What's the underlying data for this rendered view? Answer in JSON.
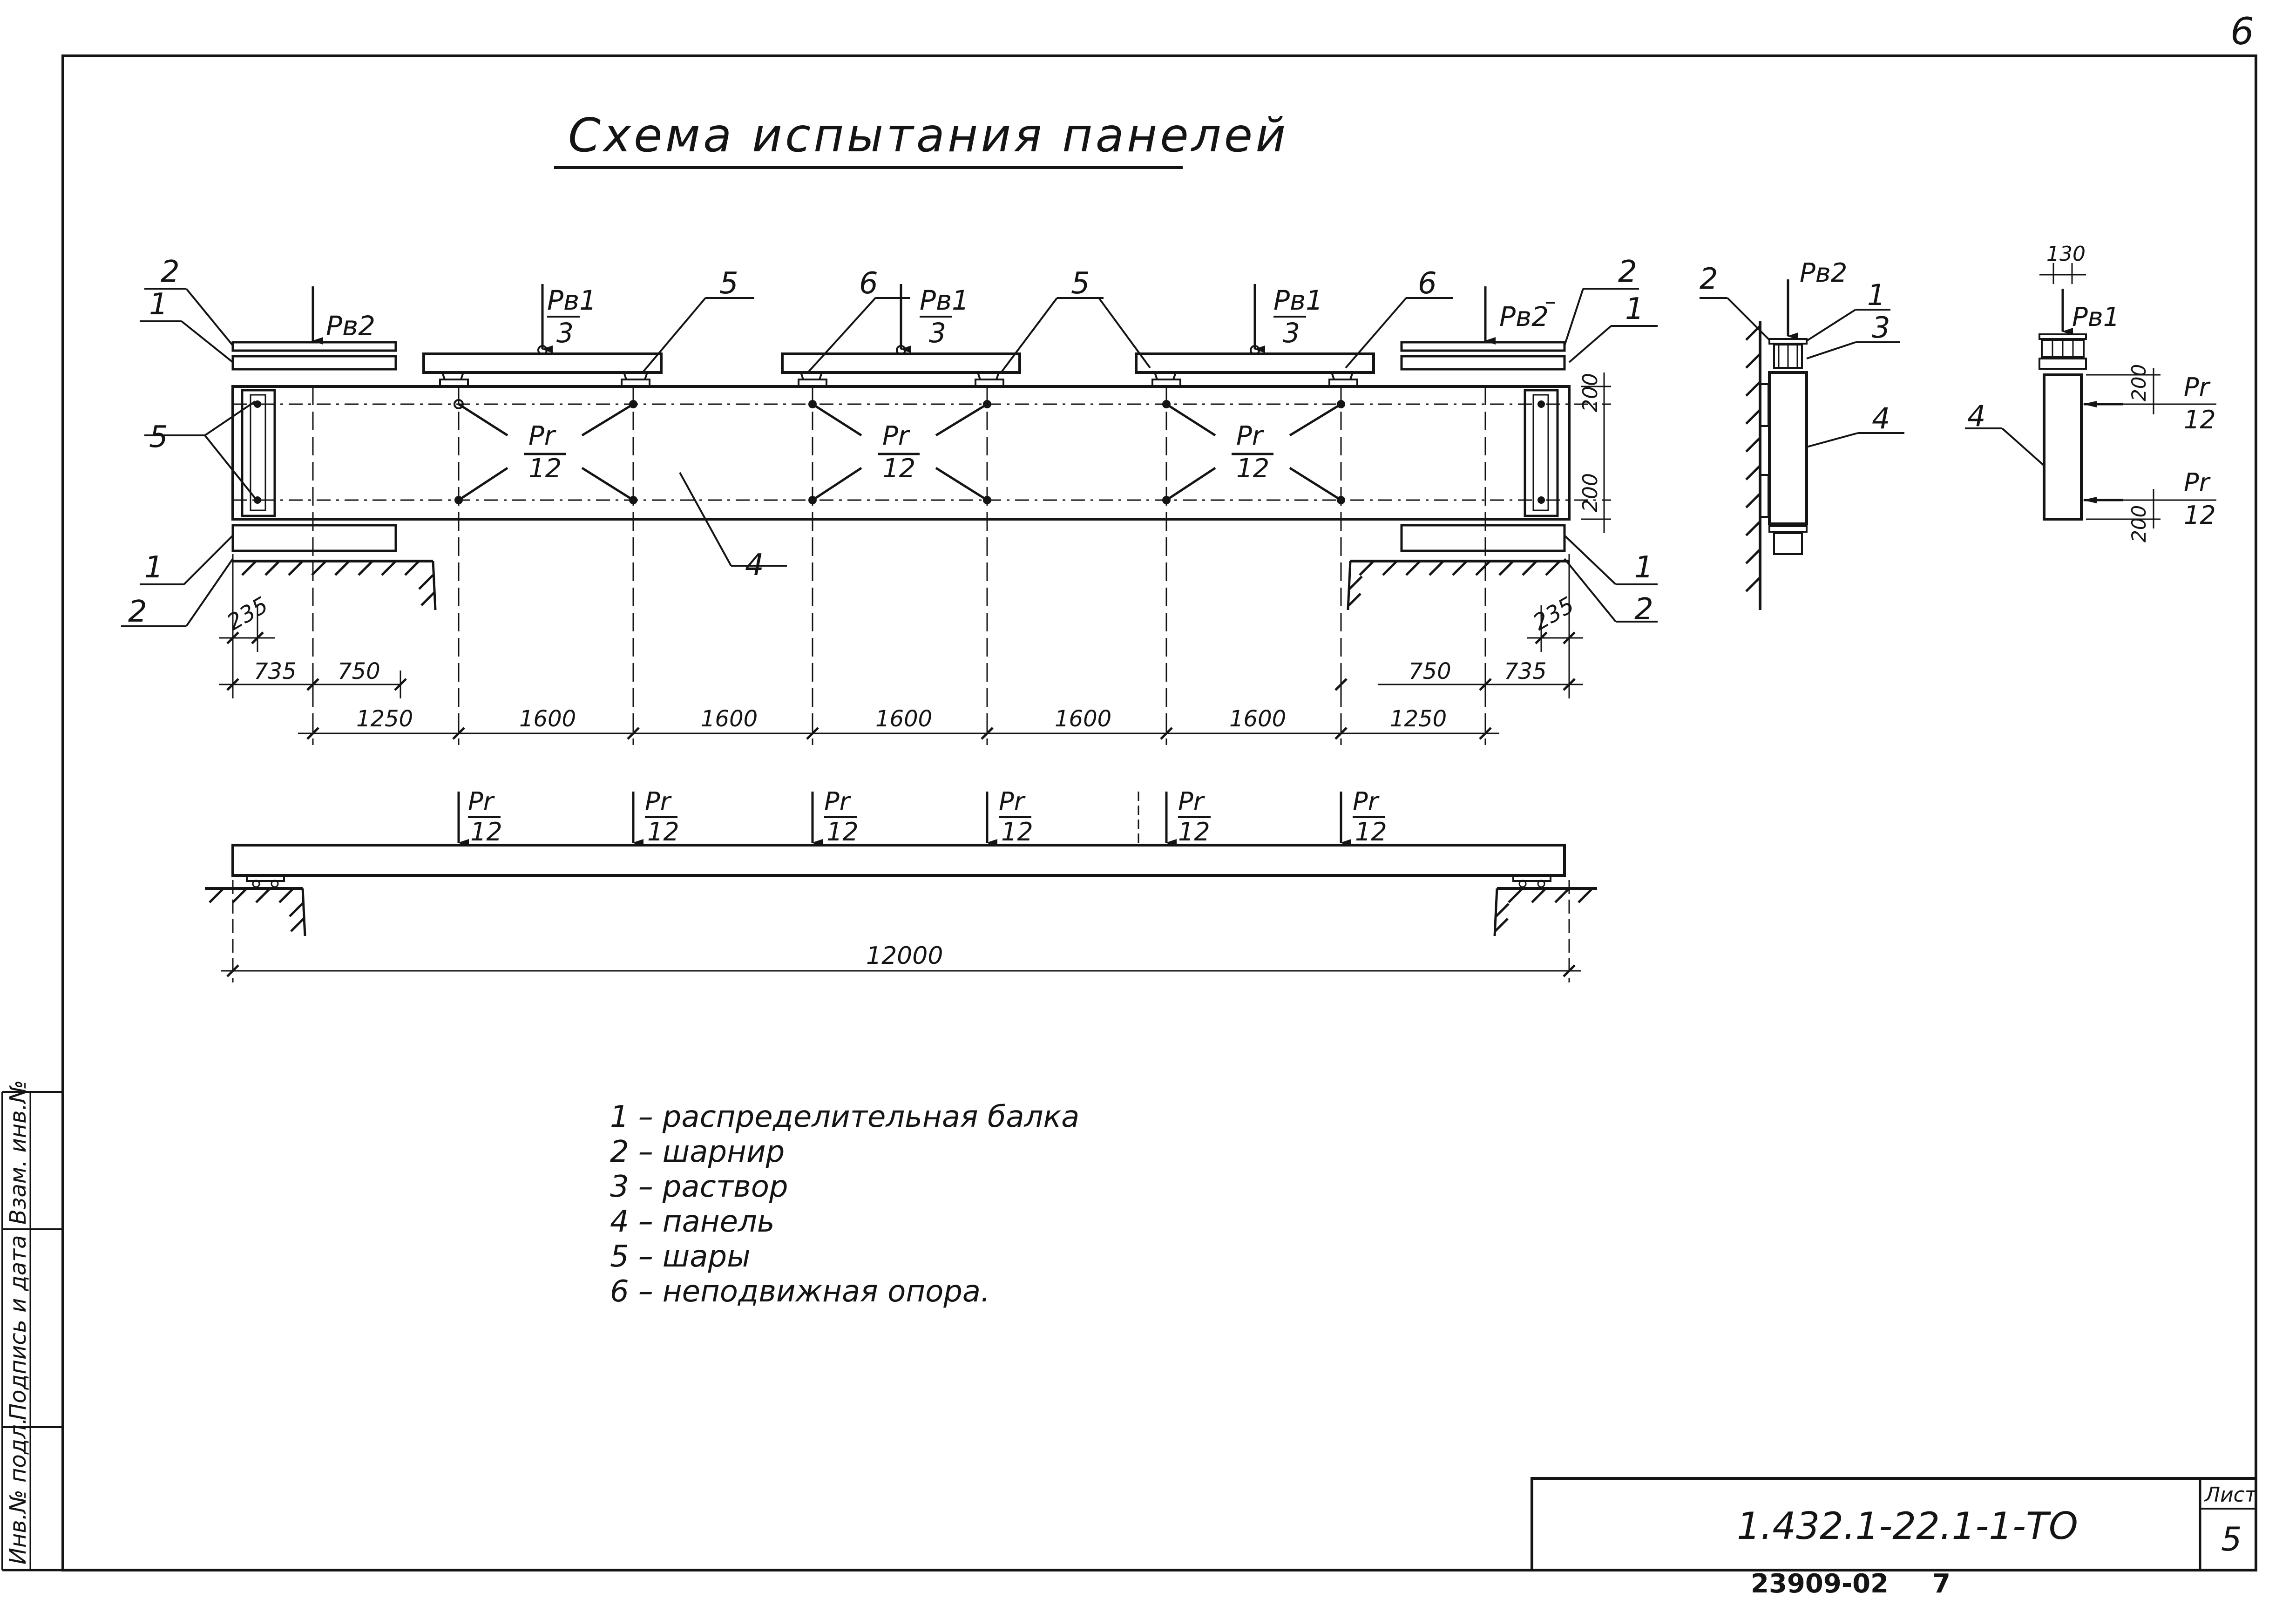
{
  "sheet": {
    "corner_number": "6",
    "title": "Схема испытания панелей",
    "stamp": {
      "designation": "1.432.1-22.1-1-ТО",
      "sheet_label": "Лист",
      "sheet_number": "5",
      "archive_number": "23909-02",
      "archive_suffix": "7"
    },
    "side_columns": [
      "Инв.№ подл.",
      "Подпись и дата",
      "Взам. инв.№"
    ]
  },
  "loads": {
    "pv2": "Рв2",
    "pv1": "Рв1",
    "pv1_den": "3",
    "pr": "Рr",
    "pr_den": "12"
  },
  "callouts": [
    "1",
    "2",
    "3",
    "4",
    "5",
    "6"
  ],
  "dims": {
    "offset_200": "200",
    "hinge_235": "235",
    "edge_735": "735",
    "edge_750": "750",
    "end_1250": "1250",
    "span_1600": "1600",
    "total_12000": "12000",
    "width_130": "130"
  },
  "legend": [
    {
      "num": "1",
      "text": "распределительная балка"
    },
    {
      "num": "2",
      "text": "шарнир"
    },
    {
      "num": "3",
      "text": "раствор"
    },
    {
      "num": "4",
      "text": "панель"
    },
    {
      "num": "5",
      "text": "шары"
    },
    {
      "num": "6",
      "text": "неподвижная опора."
    }
  ]
}
